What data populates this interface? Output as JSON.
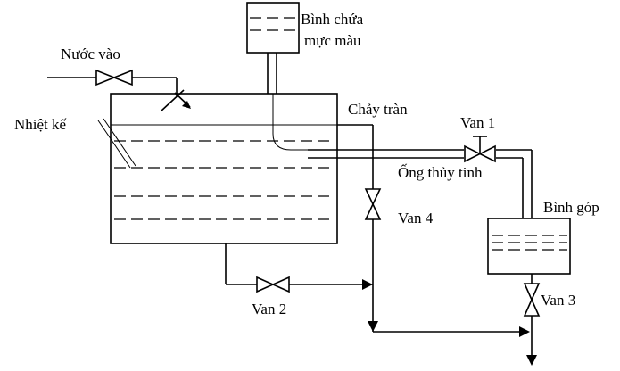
{
  "labels": {
    "water_in": "Nước vào",
    "dye_tank_line1": "Bình chứa",
    "dye_tank_line2": "mực màu",
    "thermometer": "Nhiệt kế",
    "overflow": "Chảy tràn",
    "valve1": "Van 1",
    "glass_tube": "Ống thủy tinh",
    "valve4": "Van 4",
    "collector": "Bình góp",
    "valve2": "Van 2",
    "valve3": "Van 3"
  }
}
